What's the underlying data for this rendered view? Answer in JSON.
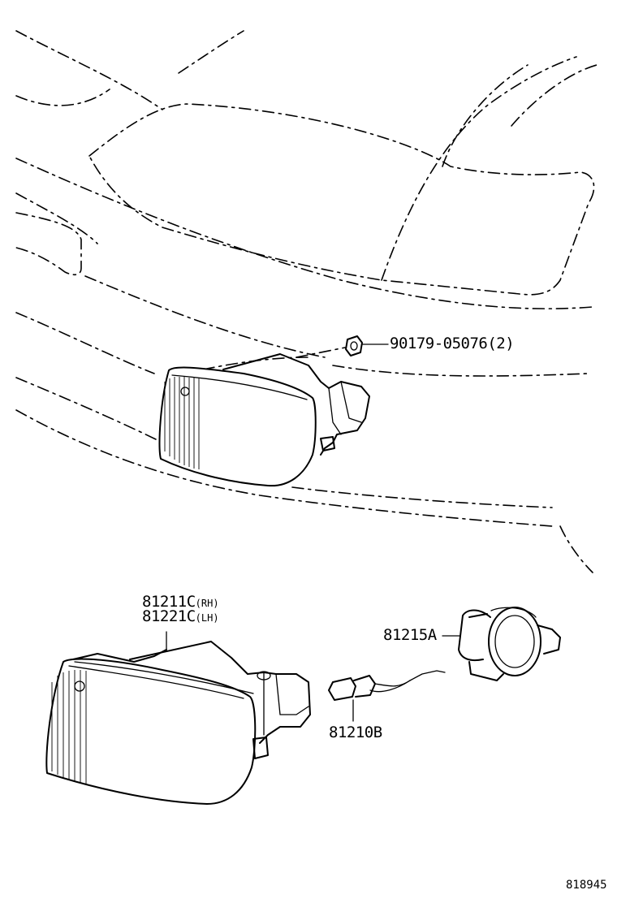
{
  "parts": {
    "nut": {
      "number": "90179-05076",
      "qty": "(2)"
    },
    "fog_lamp_rh": {
      "number": "81211C",
      "side": "(RH)"
    },
    "fog_lamp_lh": {
      "number": "81221C",
      "side": "(LH)"
    },
    "socket": {
      "number": "81215A"
    },
    "bulb": {
      "number": "81210B"
    }
  },
  "diagram_code": "818945"
}
